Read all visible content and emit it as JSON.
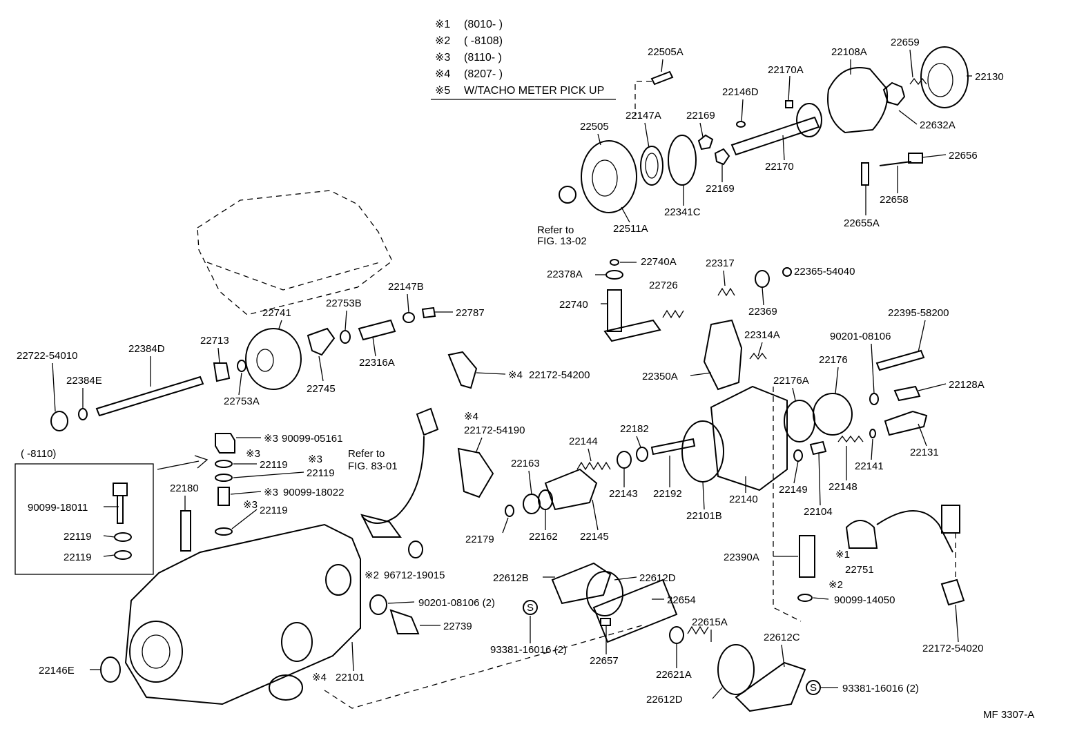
{
  "legend": [
    {
      "mark": "※1",
      "text": "(8010-        )"
    },
    {
      "mark": "※2",
      "text": "(        -8108)"
    },
    {
      "mark": "※3",
      "text": "(8110-        )"
    },
    {
      "mark": "※4",
      "text": "(8207-        )"
    },
    {
      "mark": "※5",
      "text": "W/TACHO METER PICK UP"
    }
  ],
  "inset_title": "(       -8110)",
  "figure_id": "MF 3307-A",
  "labels": {
    "l22505A": "22505A",
    "l22170A": "22170A",
    "l22108A": "22108A",
    "l22659": "22659",
    "l22130": "22130",
    "l22146D": "22146D",
    "l22505": "22505",
    "l22147A": "22147A",
    "l22169a": "22169",
    "l22632A": "22632A",
    "l22170": "22170",
    "l22656": "22656",
    "l22169b": "22169",
    "l22658": "22658",
    "l22341C": "22341C",
    "l22511A": "22511A",
    "l22655A": "22655A",
    "refer13a": "Refer to",
    "refer13b": "FIG. 13-02",
    "l22740A": "22740A",
    "l22378A": "22378A",
    "l22317": "22317",
    "l22365": "22365-54040",
    "l22726": "22726",
    "l22740": "22740",
    "l22369": "22369",
    "l22395": "22395-58200",
    "l22314A": "22314A",
    "l90201a": "90201-08106",
    "l22176": "22176",
    "l22350A": "22350A",
    "l22176A": "22176A",
    "l22128A": "22128A",
    "l22741": "22741",
    "l22753B": "22753B",
    "l22147B": "22147B",
    "l22787": "22787",
    "l22722": "22722-54010",
    "l22384D": "22384D",
    "l22713": "22713",
    "l22384E": "22384E",
    "l22753A": "22753A",
    "l22745": "22745",
    "l22316A": "22316A",
    "l22172_54200": "22172-54200",
    "l22172_54190": "22172-54190",
    "l90099_05161": "90099-05161",
    "l22119a": "22119",
    "l22119b": "22119",
    "l90099_18022": "90099-18022",
    "l22119c": "22119",
    "l90099_18011": "90099-18011",
    "l22119d": "22119",
    "l22119e": "22119",
    "l22180": "22180",
    "refer83a": "Refer to",
    "refer83b": "FIG. 83-01",
    "l22182": "22182",
    "l22144": "22144",
    "l22163": "22163",
    "l22143": "22143",
    "l22192": "22192",
    "l22101B": "22101B",
    "l22140": "22140",
    "l22149": "22149",
    "l22104": "22104",
    "l22148": "22148",
    "l22141": "22141",
    "l22131": "22131",
    "l22179": "22179",
    "l22162": "22162",
    "l22145": "22145",
    "l22390A": "22390A",
    "l22751": "22751",
    "l90099_14050": "90099-14050",
    "l96712": "96712-19015",
    "l22612B": "22612B",
    "l22612D": "22612D",
    "l22654": "22654",
    "l90201b": "90201-08106 (2)",
    "l22739": "22739",
    "l22615A": "22615A",
    "l22612C": "22612C",
    "l93381a": "93381-16016 (2)",
    "l22657": "22657",
    "l22621A": "22621A",
    "l22612D2": "22612D",
    "l93381b": "93381-16016 (2)",
    "l22146E": "22146E",
    "l22101": "22101",
    "l22172_54020": "22172-54020",
    "s_mark": "S"
  },
  "marks": {
    "m1": "※1",
    "m2": "※2",
    "m3": "※3",
    "m4": "※4"
  }
}
